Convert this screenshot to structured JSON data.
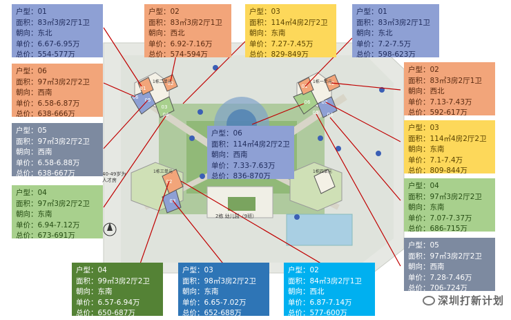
{
  "boxes": [
    {
      "id": "b1",
      "color": "#8ea0d4",
      "text": "#1e2a5a",
      "lines": [
        "户型：01",
        "面积：83㎡3房2厅1卫",
        "朝向：东北",
        "单价：6.67-6.95万",
        "总价：554-577万"
      ]
    },
    {
      "id": "b2",
      "color": "#f2a57a",
      "text": "#5a2a10",
      "lines": [
        "户型：02",
        "面积：83㎡3房2厅1卫",
        "朝向：西北",
        "单价：6.92-7.16万",
        "总价：574-594万"
      ]
    },
    {
      "id": "b3",
      "color": "#fdd85a",
      "text": "#5a4300",
      "lines": [
        "户型：03",
        "面积：114㎡4房2厅2卫",
        "朝向：东南",
        "单价：7.27-7.45万",
        "总价：829-849万"
      ]
    },
    {
      "id": "b4",
      "color": "#8ea0d4",
      "text": "#1e2a5a",
      "lines": [
        "户型：01",
        "面积：83㎡3房2厅1卫",
        "朝向：东北",
        "单价：7.2-7.5万",
        "总价：598-623万"
      ]
    },
    {
      "id": "b5",
      "color": "#f2a57a",
      "text": "#5a2a10",
      "lines": [
        "户型：06",
        "面积：97㎡3房2厅2卫",
        "朝向：西南",
        "单价：6.58-6.87万",
        "总价：638-666万"
      ]
    },
    {
      "id": "b6",
      "color": "#f2a57a",
      "text": "#5a2a10",
      "lines": [
        "户型：02",
        "面积：83㎡3房2厅1卫",
        "朝向：西北",
        "单价：7.13-7.43万",
        "总价：592-617万"
      ]
    },
    {
      "id": "b7",
      "color": "#7d8aa0",
      "text": "#ffffff",
      "lines": [
        "户型：05",
        "面积：97㎡3房2厅2卫",
        "朝向：西南",
        "单价：6.58-6.88万",
        "总价：638-667万"
      ]
    },
    {
      "id": "b8",
      "color": "#8ea0d4",
      "text": "#1e2a5a",
      "lines": [
        "户型：06",
        "面积：114㎡4房2厅2卫",
        "朝向：西南",
        "单价：7.33-7.63万",
        "总价：836-870万"
      ]
    },
    {
      "id": "b9",
      "color": "#fdd85a",
      "text": "#5a4300",
      "lines": [
        "户型：03",
        "面积：114㎡4房2厅2卫",
        "朝向：东南",
        "单价：7.1-7.4万",
        "总价：809-844万"
      ]
    },
    {
      "id": "b10",
      "color": "#a8d08d",
      "text": "#264d14",
      "lines": [
        "户型：04",
        "面积：97㎡3房2厅2卫",
        "朝向：东南",
        "单价：6.94-7.12万",
        "总价：673-691万"
      ]
    },
    {
      "id": "b11",
      "color": "#a8d08d",
      "text": "#264d14",
      "lines": [
        "户型：04",
        "面积：97㎡3房2厅2卫",
        "朝向：东南",
        "单价：7.07-7.37万",
        "总价：686-715万"
      ]
    },
    {
      "id": "b12",
      "color": "#7d8aa0",
      "text": "#ffffff",
      "lines": [
        "户型：05",
        "面积：97㎡3房2厅2卫",
        "朝向：西南",
        "单价：7.28-7.46万",
        "总价：706-724万"
      ]
    },
    {
      "id": "b13",
      "color": "#548235",
      "text": "#ffffff",
      "lines": [
        "户型：04",
        "面积：99㎡3房2厅2卫",
        "朝向：东南",
        "单价：6.57-6.94万",
        "总价：650-687万"
      ]
    },
    {
      "id": "b14",
      "color": "#2e75b6",
      "text": "#ffffff",
      "lines": [
        "户型：03",
        "面积：98㎡3房2厅2卫",
        "朝向：东南",
        "单价：6.65-7.02万",
        "总价：652-688万"
      ]
    },
    {
      "id": "b15",
      "color": "#00b0f0",
      "text": "#ffffff",
      "lines": [
        "户型：02",
        "面积：84㎡3房2厅1卫",
        "朝向：西北",
        "单价：6.87-7.14万",
        "总价：577-600万"
      ]
    }
  ],
  "plan_labels": {
    "b1": "1栋二单元",
    "b2": "1栋一单元",
    "b3": "1栋三单元",
    "b4": "1栋四单元",
    "kindergarten": "2栋 幼儿园（9班）",
    "side_note": "40-49岁为人才房"
  },
  "watermark": "深圳打新计划"
}
